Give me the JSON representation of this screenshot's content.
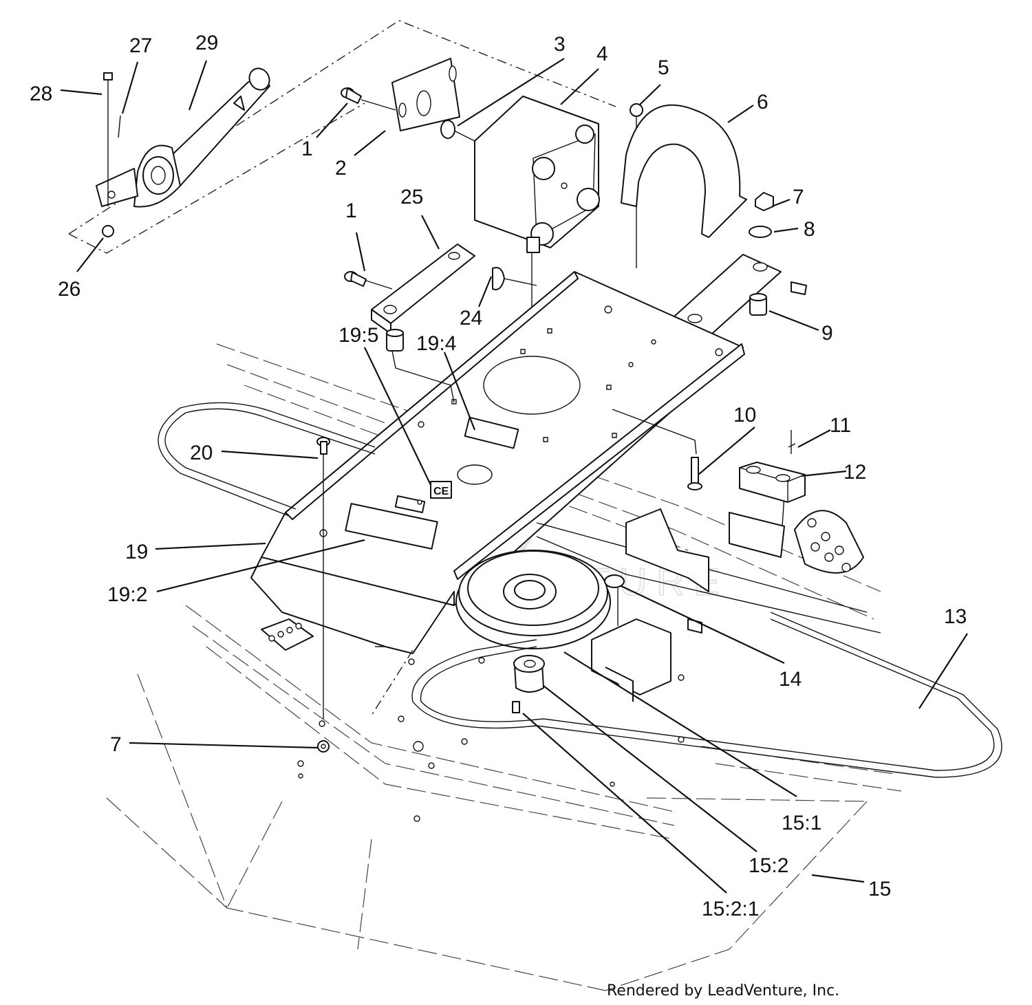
{
  "callouts": {
    "c1a": "1",
    "c2": "2",
    "c3": "3",
    "c4": "4",
    "c5": "5",
    "c6": "6",
    "c7a": "7",
    "c8": "8",
    "c9": "9",
    "c10": "10",
    "c11": "11",
    "c12": "12",
    "c13": "13",
    "c14": "14",
    "c15": "15",
    "c15_1": "15:1",
    "c15_2": "15:2",
    "c15_2_1": "15:2:1",
    "c19": "19",
    "c19_2": "19:2",
    "c19_4": "19:4",
    "c19_5": "19:5",
    "c20": "20",
    "c1b": "1",
    "c24": "24",
    "c25": "25",
    "c26": "26",
    "c27": "27",
    "c28": "28",
    "c29": "29",
    "c7b": "7"
  },
  "label_ce": "CE",
  "watermark": "LEADVENTURE",
  "credit": "Rendered by LeadVenture, Inc."
}
